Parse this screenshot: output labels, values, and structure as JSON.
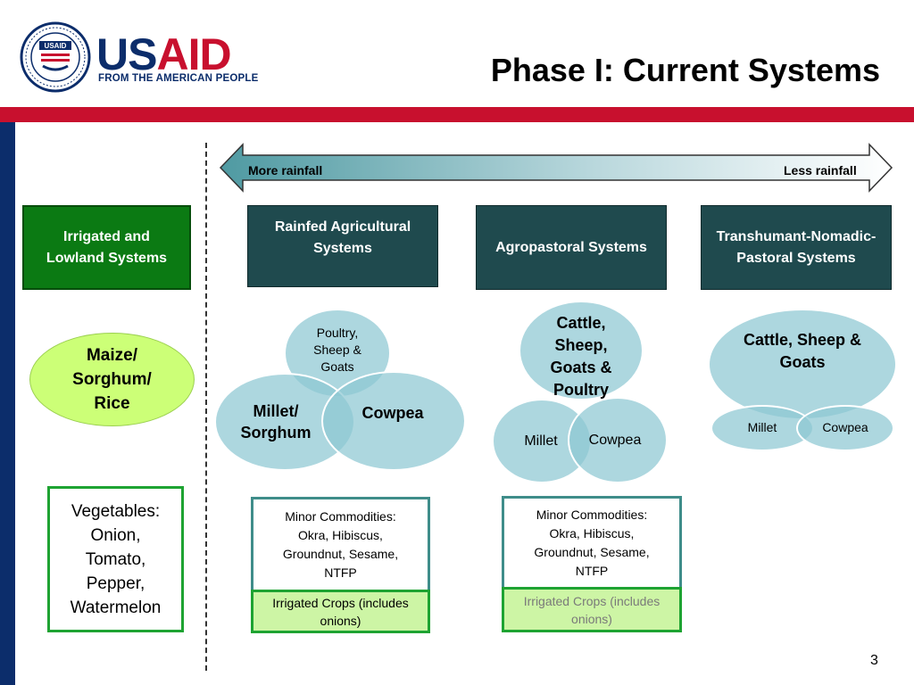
{
  "header": {
    "logo_word_prefix": "US",
    "logo_word_suffix": "AID",
    "logo_tagline": "FROM THE AMERICAN PEOPLE",
    "seal_text": "USAID",
    "title": "Phase I: Current Systems"
  },
  "colors": {
    "navy": "#0c2d6b",
    "red": "#c8102e",
    "dark_teal": "#1f4a4e",
    "green": "#0b7a13",
    "circle_teal": "#8ec8d2",
    "lime": "#ccff77"
  },
  "arrow": {
    "left_label": "More rainfall",
    "right_label": "Less rainfall"
  },
  "systems": {
    "irrigated": "Irrigated and Lowland Systems",
    "rainfed": "Rainfed Agricultural Systems",
    "agropastoral": "Agropastoral Systems",
    "transhumant": "Transhumant-Nomadic-Pastoral Systems"
  },
  "crops": {
    "irrigated_oval": "Maize/ Sorghum/ Rice",
    "rainfed": {
      "top": "Poultry, Sheep & Goats",
      "left": "Millet/ Sorghum",
      "right": "Cowpea"
    },
    "agropastoral": {
      "top": "Cattle, Sheep, Goats & Poultry",
      "left": "Millet",
      "right": "Cowpea"
    },
    "transhumant": {
      "top": "Cattle, Sheep & Goats",
      "left": "Millet",
      "right": "Cowpea"
    }
  },
  "vegetables": "Vegetables: Onion, Tomato, Pepper, Watermelon",
  "minor": {
    "rainfed": "Minor Commodities: Okra, Hibiscus, Groundnut, Sesame, NTFP",
    "agropastoral": "Minor Commodities: Okra, Hibiscus, Groundnut, Sesame, NTFP"
  },
  "irrigated_crops": {
    "rainfed": "Irrigated Crops (includes onions)",
    "agropastoral": "Irrigated Crops (includes onions)"
  },
  "page_number": "3"
}
